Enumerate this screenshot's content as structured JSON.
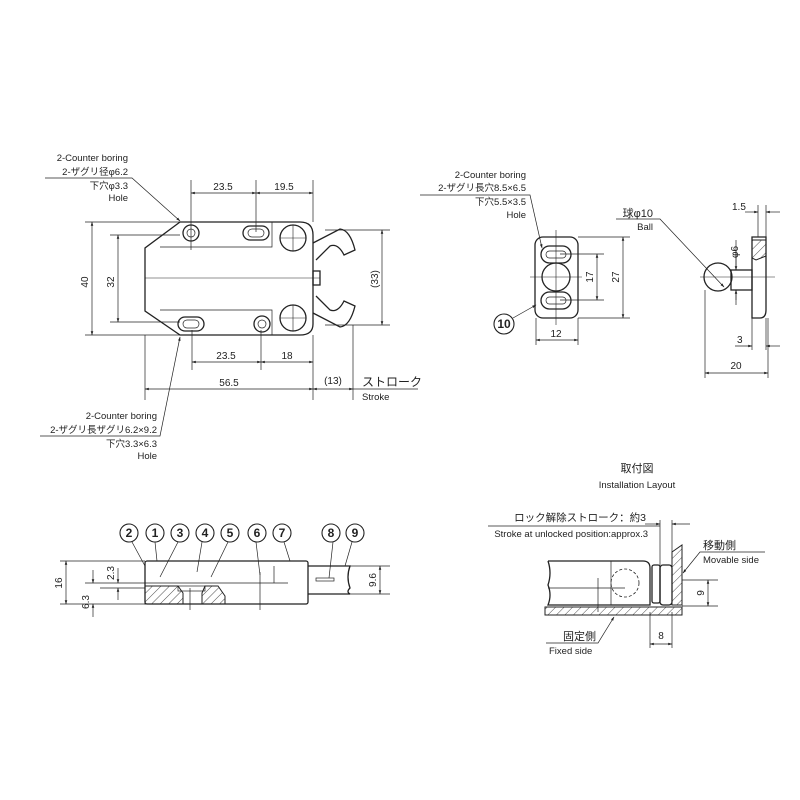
{
  "top_view": {
    "dims": {
      "width_32": "32",
      "height_40": "40",
      "jaw_33": "(33)",
      "top_a": "23.5",
      "top_b": "19.5",
      "bot_a": "23.5",
      "bot_b": "18",
      "overall": "56.5",
      "stroke_13": "(13)"
    },
    "stroke_jp": "ストローク",
    "stroke_en": "Stroke",
    "note_top": {
      "l1": "2-Counter boring",
      "l2": "2-ザグリ径φ6.2",
      "l3": "下穴φ3.3",
      "l4": "Hole"
    },
    "note_bottom": {
      "l1": "2-Counter boring",
      "l2": "2-ザグリ長ザグリ6.2×9.2",
      "l3": "下穴3.3×6.3",
      "l4": "Hole"
    }
  },
  "strike_plate": {
    "note": {
      "l1": "2-Counter boring",
      "l2": "2-ザグリ長穴8.5×6.5",
      "l3": "下穴5.5×3.5",
      "l4": "Hole"
    },
    "dims": {
      "d17": "17",
      "d27": "27",
      "d12": "12"
    },
    "part_no": "10"
  },
  "ball_view": {
    "ball_jp": "球φ10",
    "ball_en": "Ball",
    "dims": {
      "d1_5": "1.5",
      "phi6": "φ6",
      "d3": "3",
      "d20": "20"
    }
  },
  "side_view": {
    "parts": [
      "2",
      "1",
      "3",
      "4",
      "5",
      "6",
      "7",
      "8",
      "9"
    ],
    "dims": {
      "d16": "16",
      "d2_3": "2.3",
      "d6_3": "6.3",
      "d9_6": "9.6"
    }
  },
  "installation": {
    "title_jp": "取付図",
    "title_en": "Installation Layout",
    "stroke_jp": "ロック解除ストローク：約3",
    "stroke_en": "Stroke at unlocked position:approx.3",
    "movable_jp": "移動側",
    "movable_en": "Movable side",
    "fixed_jp": "固定側",
    "fixed_en": "Fixed side",
    "dims": {
      "d9": "9",
      "d8": "8"
    }
  }
}
